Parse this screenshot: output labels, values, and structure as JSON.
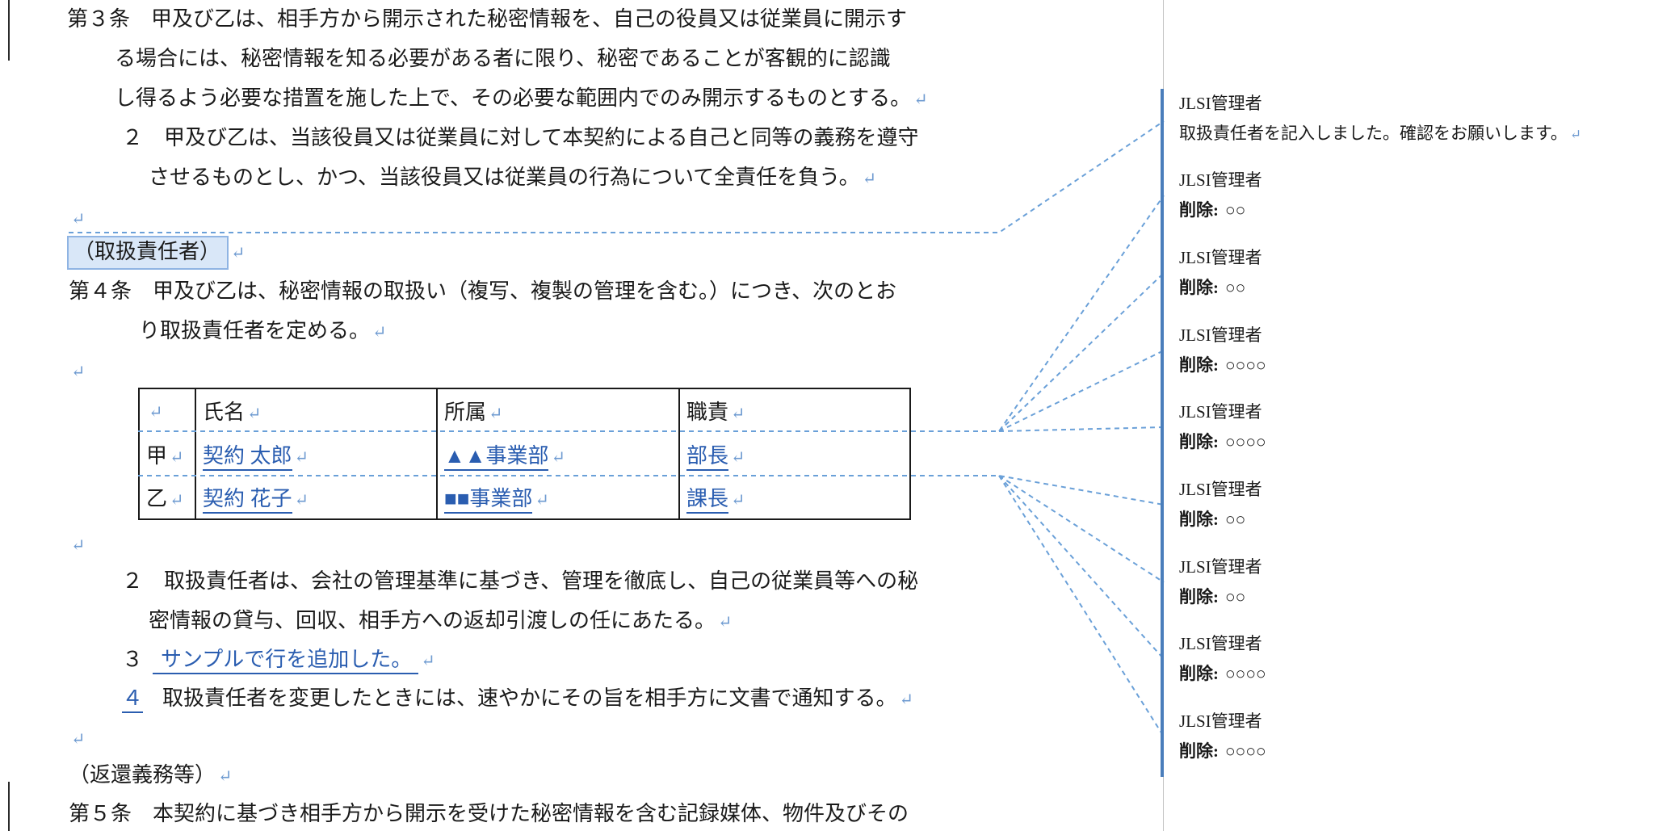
{
  "glyphs": {
    "pilcrow": "↵"
  },
  "colors": {
    "insertion_blue": "#2a5db0",
    "connector_blue": "#6aa0d8",
    "revision_bar_blue": "#4a7ebb",
    "highlight_fill": "#d9e7f8"
  },
  "document": {
    "article3": {
      "line1": "第３条　甲及び乙は、相手方から開示された秘密情報を、自己の役員又は従業員に開示す",
      "line2": "る場合には、秘密情報を知る必要がある者に限り、秘密であることが客観的に認識",
      "line3": "し得るよう必要な措置を施した上で、その必要な範囲内でのみ開示するものとする。",
      "item2_line1": "２　甲及び乙は、当該役員又は従業員に対して本契約による自己と同等の義務を遵守",
      "item2_line2": "させるものとし、かつ、当該役員又は従業員の行為について全責任を負う。"
    },
    "heading_article4": "（取扱責任者）",
    "article4": {
      "line1": "第４条　甲及び乙は、秘密情報の取扱い（複写、複製の管理を含む。）につき、次のとお",
      "line2": "り取扱責任者を定める。",
      "item2_line1": "２　取扱責任者は、会社の管理基準に基づき、管理を徹底し、自己の従業員等への秘",
      "item2_line2": "密情報の貸与、回収、相手方への返却引渡しの任にあたる。",
      "item3_number": "３",
      "item3_inserted": "サンプルで行を追加した。",
      "item4_number": "４",
      "item4_text": "取扱責任者を変更したときには、速やかにその旨を相手方に文書で通知する。"
    },
    "heading_article5": "（返還義務等）",
    "article5": {
      "line1": "第５条　本契約に基づき相手方から開示を受けた秘密情報を含む記録媒体、物件及びその"
    }
  },
  "table": {
    "headers": {
      "name": "氏名",
      "department": "所属",
      "title": "職責"
    },
    "rows": [
      {
        "party": "甲",
        "name": "契約 太郎",
        "department": "▲▲事業部",
        "title": "部長"
      },
      {
        "party": "乙",
        "name": "契約 花子",
        "department": "■■事業部",
        "title": "課長"
      }
    ]
  },
  "comments": [
    {
      "author": "JLSI管理者",
      "label": "",
      "body": "取扱責任者を記入しました。確認をお願いします。"
    },
    {
      "author": "JLSI管理者",
      "label": "削除:",
      "body": "○○"
    },
    {
      "author": "JLSI管理者",
      "label": "削除:",
      "body": "○○"
    },
    {
      "author": "JLSI管理者",
      "label": "削除:",
      "body": "○○○○"
    },
    {
      "author": "JLSI管理者",
      "label": "削除:",
      "body": "○○○○"
    },
    {
      "author": "JLSI管理者",
      "label": "削除:",
      "body": "○○"
    },
    {
      "author": "JLSI管理者",
      "label": "削除:",
      "body": "○○"
    },
    {
      "author": "JLSI管理者",
      "label": "削除:",
      "body": "○○○○"
    },
    {
      "author": "JLSI管理者",
      "label": "削除:",
      "body": "○○○○"
    }
  ]
}
